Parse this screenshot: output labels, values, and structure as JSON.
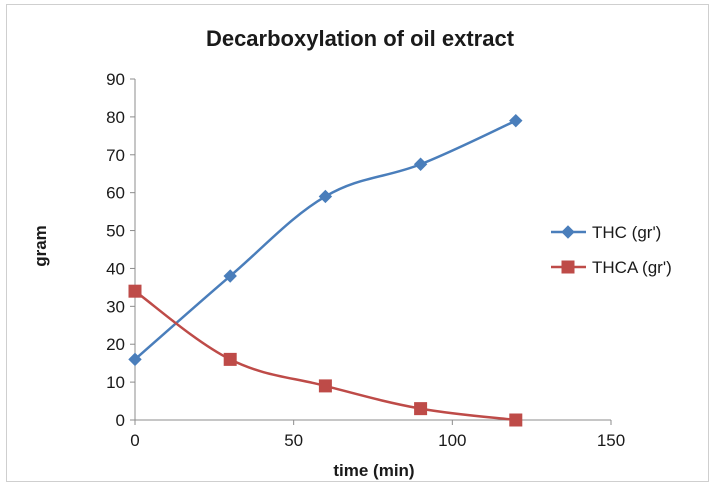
{
  "chart_data": {
    "type": "line",
    "title": "Decarboxylation of oil extract",
    "xlabel": "time (min)",
    "ylabel": "gram",
    "xlim": [
      0,
      150
    ],
    "ylim": [
      0,
      90
    ],
    "x_ticks": [
      "0",
      "50",
      "100",
      "150"
    ],
    "y_ticks": [
      "0",
      "10",
      "20",
      "30",
      "40",
      "50",
      "60",
      "70",
      "80",
      "90"
    ],
    "grid": false,
    "smooth": true,
    "legend_position": "right",
    "x": [
      0,
      30,
      60,
      90,
      120
    ],
    "series": [
      {
        "name": "THC (gr')",
        "values": [
          16,
          38,
          59,
          67.5,
          79
        ],
        "color": "#4a7ebb",
        "marker": "diamond"
      },
      {
        "name": "THCA (gr')",
        "values": [
          34,
          16,
          9,
          3,
          0
        ],
        "color": "#be4b48",
        "marker": "square"
      }
    ]
  }
}
